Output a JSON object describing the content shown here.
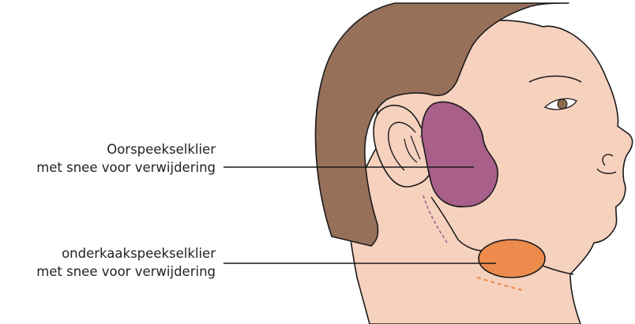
{
  "labels": {
    "parotid": {
      "line1": "Oorspeekselklier",
      "line2": "met snee voor verwijdering"
    },
    "submandibular": {
      "line1": "onderkaakspeekselklier",
      "line2": "met snee voor verwijdering"
    }
  },
  "colors": {
    "skin": "#f6d1be",
    "hair": "#97705a",
    "outline": "#1a1a1a",
    "parotid_gland": "#a85f8a",
    "submandibular_gland": "#ec8b4c",
    "parotid_incision": "#a85f8a",
    "submandibular_incision": "#e8894a",
    "iris": "#8a6a4a"
  }
}
